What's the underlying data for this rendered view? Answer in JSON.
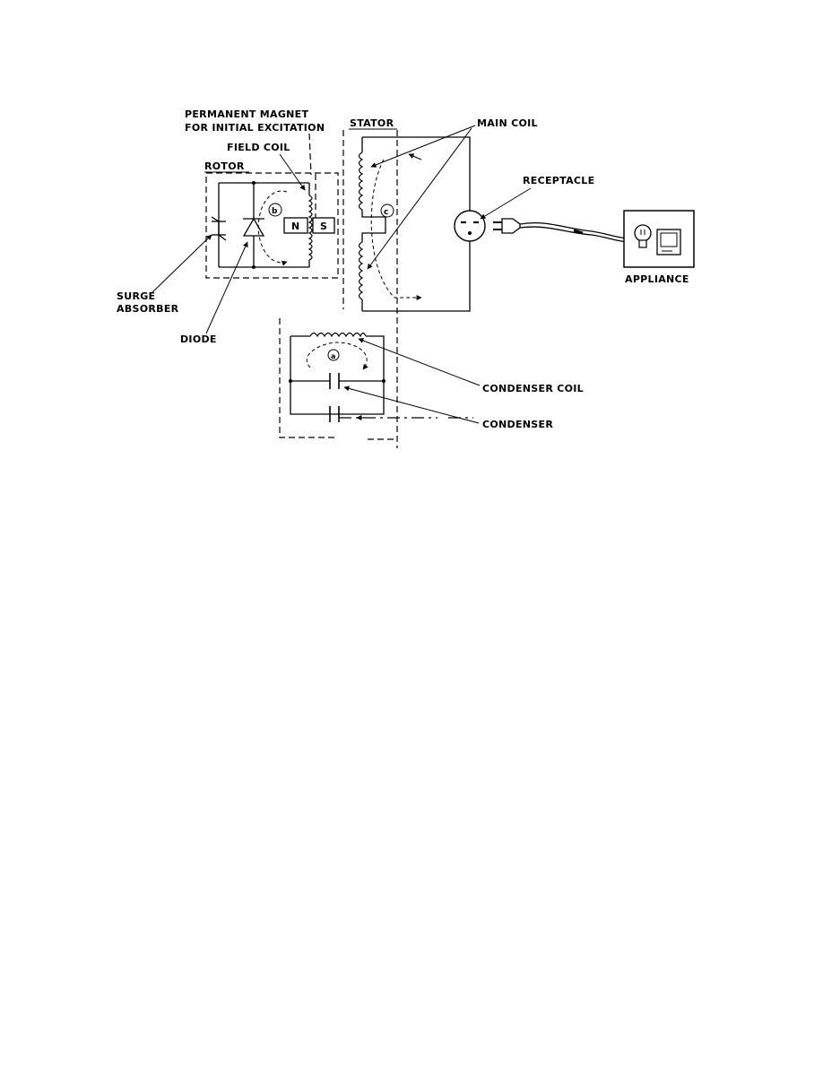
{
  "labels": {
    "permanent_magnet_line1": "PERMANENT MAGNET",
    "permanent_magnet_line2": "FOR INITIAL EXCITATION",
    "field_coil": "FIELD COIL",
    "rotor": "ROTOR",
    "stator": "STATOR",
    "main_coil": "MAIN COIL",
    "receptacle": "RECEPTACLE",
    "appliance": "APPLIANCE",
    "surge_absorber_line1": "SURGE",
    "surge_absorber_line2": "ABSORBER",
    "diode": "DIODE",
    "condenser_coil": "CONDENSER COIL",
    "condenser": "CONDENSER"
  },
  "magnet": {
    "north": "N",
    "south": "S"
  },
  "circuit_markers": {
    "rotor_loop": "b",
    "stator_loop": "c",
    "condenser_loop": "a"
  },
  "icons": [
    "light-bulb-icon",
    "monitor-icon",
    "plug-icon",
    "receptacle-icon"
  ]
}
